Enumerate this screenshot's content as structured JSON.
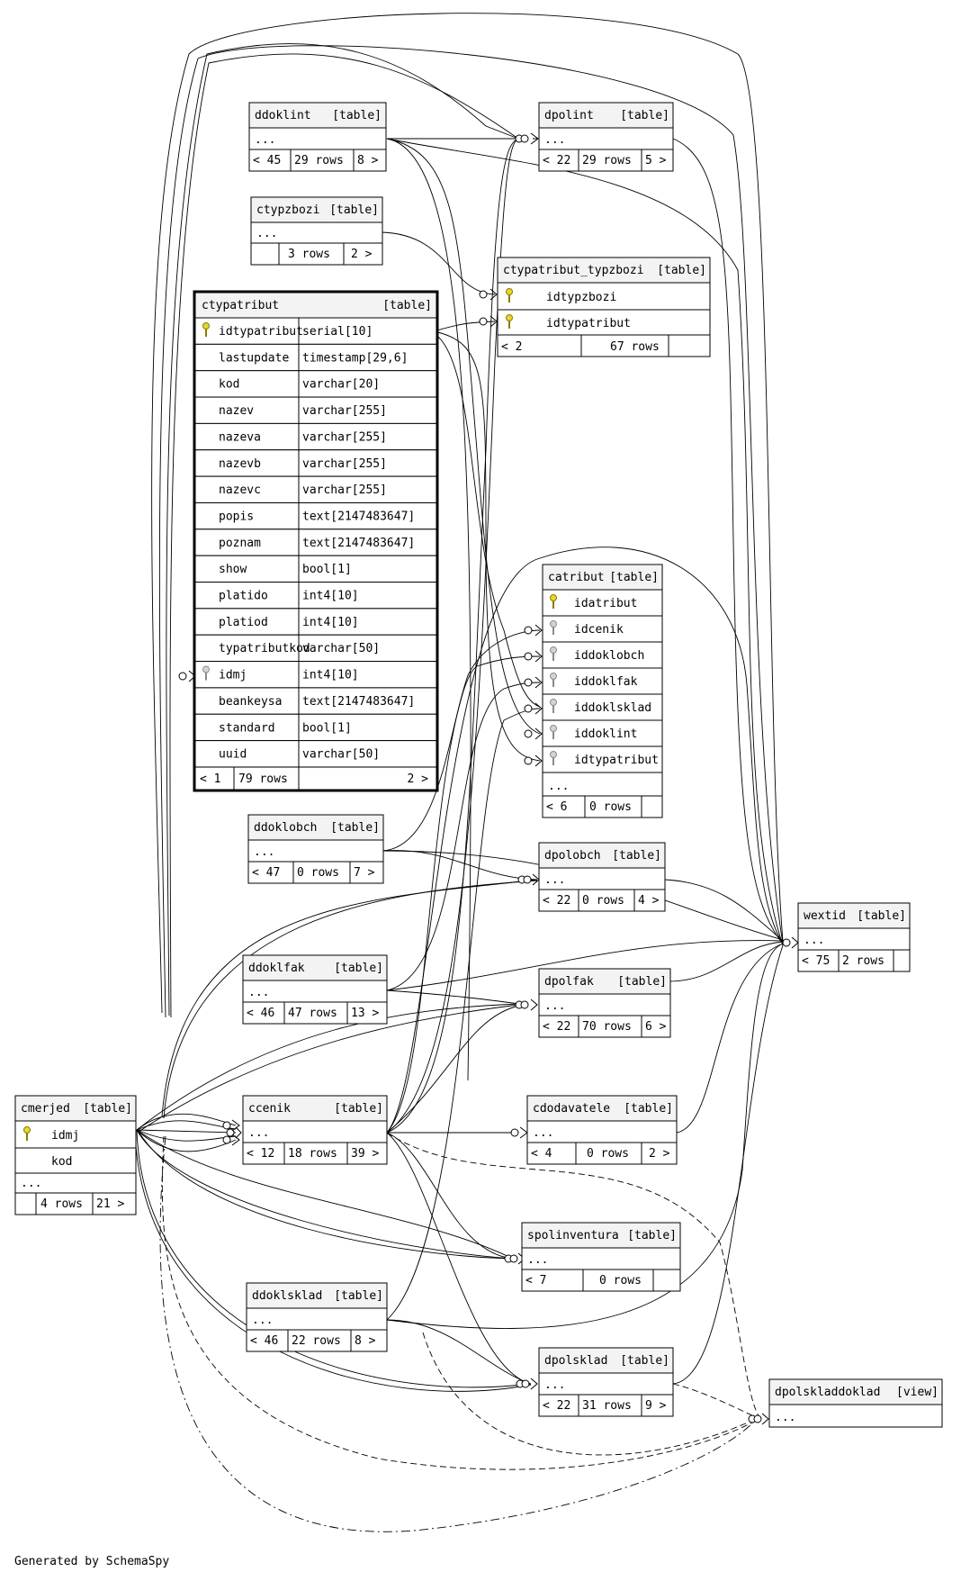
{
  "footer": "Generated by SchemaSpy",
  "tables": {
    "ddoklint": {
      "name": "ddoklint",
      "kind": "[table]",
      "ellipsis": "...",
      "stats": [
        "< 45",
        "29 rows",
        "8 >"
      ]
    },
    "dpolint": {
      "name": "dpolint",
      "kind": "[table]",
      "ellipsis": "...",
      "stats": [
        "< 22",
        "29 rows",
        "5 >"
      ]
    },
    "ctypzbozi": {
      "name": "ctypzbozi",
      "kind": "[table]",
      "ellipsis": "...",
      "stats": [
        "",
        "3 rows",
        "2 >"
      ]
    },
    "ctypatribut_typzbozi": {
      "name": "ctypatribut_typzbozi",
      "kind": "[table]",
      "columns": [
        "idtypzbozi",
        "idtypatribut"
      ],
      "stats": [
        "< 2",
        "67 rows",
        ""
      ]
    },
    "ctypatribut": {
      "name": "ctypatribut",
      "kind": "[table]",
      "columns": [
        {
          "name": "idtypatribut",
          "type": "serial[10]"
        },
        {
          "name": "lastupdate",
          "type": "timestamp[29,6]"
        },
        {
          "name": "kod",
          "type": "varchar[20]"
        },
        {
          "name": "nazev",
          "type": "varchar[255]"
        },
        {
          "name": "nazeva",
          "type": "varchar[255]"
        },
        {
          "name": "nazevb",
          "type": "varchar[255]"
        },
        {
          "name": "nazevc",
          "type": "varchar[255]"
        },
        {
          "name": "popis",
          "type": "text[2147483647]"
        },
        {
          "name": "poznam",
          "type": "text[2147483647]"
        },
        {
          "name": "show",
          "type": "bool[1]"
        },
        {
          "name": "platido",
          "type": "int4[10]"
        },
        {
          "name": "platiod",
          "type": "int4[10]"
        },
        {
          "name": "typatributkod",
          "type": "varchar[50]"
        },
        {
          "name": "idmj",
          "type": "int4[10]"
        },
        {
          "name": "beankeysa",
          "type": "text[2147483647]"
        },
        {
          "name": "standard",
          "type": "bool[1]"
        },
        {
          "name": "uuid",
          "type": "varchar[50]"
        }
      ],
      "stats": [
        "< 1",
        "79 rows",
        "2 >"
      ]
    },
    "catribut": {
      "name": "catribut",
      "kind": "[table]",
      "columns": [
        "idatribut",
        "idcenik",
        "iddoklobch",
        "iddoklfak",
        "iddoklsklad",
        "iddoklint",
        "idtypatribut"
      ],
      "ellipsis": "...",
      "stats": [
        "< 6",
        "0 rows",
        ""
      ]
    },
    "ddoklobch": {
      "name": "ddoklobch",
      "kind": "[table]",
      "ellipsis": "...",
      "stats": [
        "< 47",
        "0 rows",
        "7 >"
      ]
    },
    "dpolobch": {
      "name": "dpolobch",
      "kind": "[table]",
      "ellipsis": "...",
      "stats": [
        "< 22",
        "0 rows",
        "4 >"
      ]
    },
    "wextid": {
      "name": "wextid",
      "kind": "[table]",
      "ellipsis": "...",
      "stats": [
        "< 75",
        "2 rows",
        ""
      ]
    },
    "ddoklfak": {
      "name": "ddoklfak",
      "kind": "[table]",
      "ellipsis": "...",
      "stats": [
        "< 46",
        "47 rows",
        "13 >"
      ]
    },
    "dpolfak": {
      "name": "dpolfak",
      "kind": "[table]",
      "ellipsis": "...",
      "stats": [
        "< 22",
        "70 rows",
        "6 >"
      ]
    },
    "cmerjed": {
      "name": "cmerjed",
      "kind": "[table]",
      "columns": [
        "idmj",
        "kod"
      ],
      "ellipsis": "...",
      "stats": [
        "",
        "4 rows",
        "21 >"
      ]
    },
    "ccenik": {
      "name": "ccenik",
      "kind": "[table]",
      "ellipsis": "...",
      "stats": [
        "< 12",
        "18 rows",
        "39 >"
      ]
    },
    "cdodavatele": {
      "name": "cdodavatele",
      "kind": "[table]",
      "ellipsis": "...",
      "stats": [
        "< 4",
        "0 rows",
        "2 >"
      ]
    },
    "spolinventura": {
      "name": "spolinventura",
      "kind": "[table]",
      "ellipsis": "...",
      "stats": [
        "< 7",
        "0 rows",
        ""
      ]
    },
    "ddoklsklad": {
      "name": "ddoklsklad",
      "kind": "[table]",
      "ellipsis": "...",
      "stats": [
        "< 46",
        "22 rows",
        "8 >"
      ]
    },
    "dpolsklad": {
      "name": "dpolsklad",
      "kind": "[table]",
      "ellipsis": "...",
      "stats": [
        "< 22",
        "31 rows",
        "9 >"
      ]
    },
    "dpolskladdoklad": {
      "name": "dpolskladdoklad",
      "kind": "[view]",
      "ellipsis": "..."
    }
  }
}
